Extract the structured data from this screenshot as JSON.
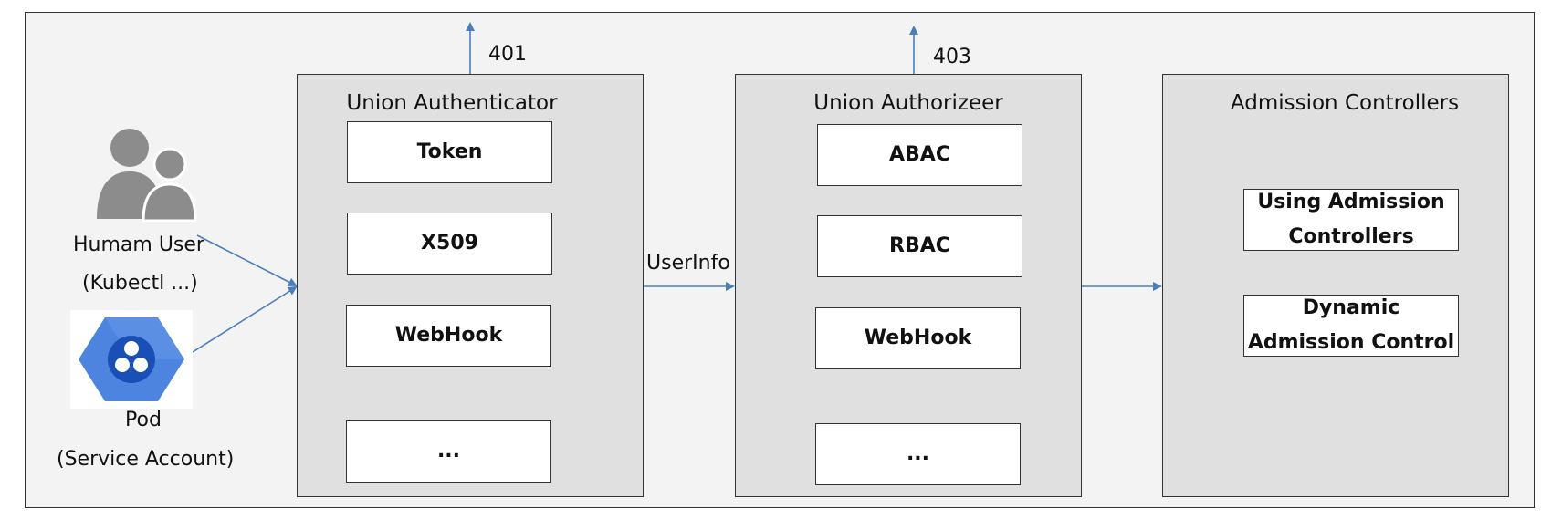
{
  "authenticator": {
    "title": "Union Authenticator",
    "error_code": "401",
    "items": [
      "Token",
      "X509",
      "WebHook",
      "..."
    ]
  },
  "authorizer": {
    "title": "Union Authorizeer",
    "error_code": "403",
    "items": [
      "ABAC",
      "RBAC",
      "WebHook",
      "..."
    ]
  },
  "admission": {
    "title": "Admission Controllers",
    "items": [
      {
        "line1": "Using Admission",
        "line2": "Controllers"
      },
      {
        "line1": "Dynamic",
        "line2": "Admission Control"
      }
    ]
  },
  "flow": {
    "userinfo_label": "UserInfo"
  },
  "actors": {
    "human_line1": "Humam User",
    "human_line2": "(Kubectl ...)",
    "pod_line1": "Pod",
    "pod_line2": "(Service Account)"
  },
  "colors": {
    "arrow": "#4a7ebb",
    "panel": "#e0e0e0",
    "frame": "#f3f3f3",
    "user_icon": "#8c8c8c",
    "pod_hex": "#4d84e0"
  }
}
